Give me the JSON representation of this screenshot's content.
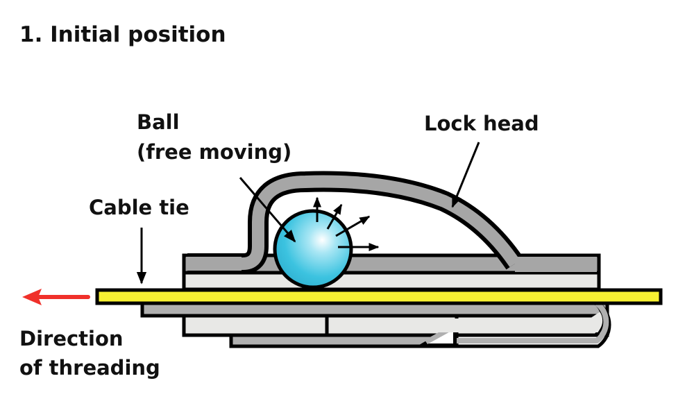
{
  "title": "1. Initial position",
  "labels": {
    "ball_line1": "Ball",
    "ball_line2": "(free moving)",
    "lock_head": "Lock head",
    "cable_tie": "Cable tie",
    "direction_line1": "Direction",
    "direction_line2": "of threading"
  },
  "colors": {
    "cable_tie": "#f7f032",
    "lock_head": "#a6a6a6",
    "housing": "#e8e8e6",
    "ball": "#3cc3e0",
    "direction_arrow": "#f0302a",
    "outline": "#000000"
  }
}
